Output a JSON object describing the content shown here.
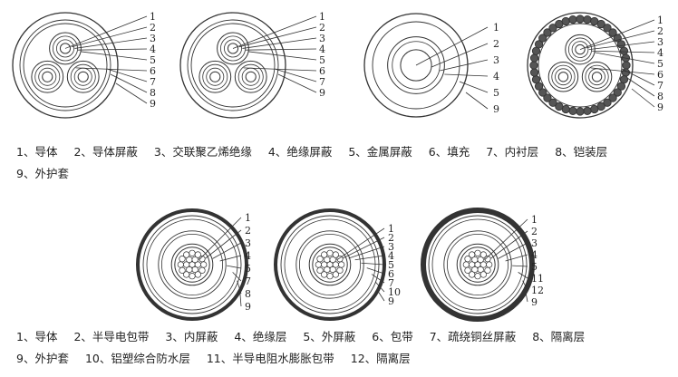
{
  "top_diagrams": [
    {
      "name": "cable-top-1",
      "labels": [
        "1",
        "2",
        "3",
        "4",
        "5",
        "6",
        "7",
        "8",
        "9"
      ]
    },
    {
      "name": "cable-top-2",
      "labels": [
        "1",
        "2",
        "3",
        "4",
        "5",
        "6",
        "7",
        "9"
      ]
    },
    {
      "name": "cable-top-3",
      "labels": [
        "1",
        "2",
        "3",
        "4",
        "5",
        "9"
      ]
    },
    {
      "name": "cable-top-4",
      "labels": [
        "1",
        "2",
        "3",
        "4",
        "5",
        "6",
        "7",
        "8",
        "9"
      ]
    }
  ],
  "bottom_diagrams": [
    {
      "name": "cable-bottom-1",
      "labels": [
        "1",
        "2",
        "3",
        "4",
        "5",
        "7",
        "8",
        "9"
      ]
    },
    {
      "name": "cable-bottom-2",
      "labels": [
        "1",
        "2",
        "3",
        "4",
        "5",
        "6",
        "7",
        "10",
        "9"
      ]
    },
    {
      "name": "cable-bottom-3",
      "labels": [
        "1",
        "2",
        "3",
        "4",
        "5",
        "11",
        "12",
        "9"
      ]
    }
  ],
  "legend_top_row1": [
    "1、导体",
    "2、导体屏蔽",
    "3、交联聚乙烯绝缘",
    "4、绝缘屏蔽",
    "5、金属屏蔽",
    "6、填充",
    "7、内衬层",
    "8、铠装层"
  ],
  "legend_top_row2": [
    "9、外护套"
  ],
  "legend_bottom_row1": [
    "1、导体",
    "2、半导电包带",
    "3、内屏蔽",
    "4、绝缘层",
    "5、外屏蔽",
    "6、包带",
    "7、疏绕铜丝屏蔽",
    "8、隔离层"
  ],
  "legend_bottom_row2": [
    "9、外护套",
    "10、铝塑综合防水层",
    "11、半导电阻水膨胀包带",
    "12、隔离层"
  ]
}
